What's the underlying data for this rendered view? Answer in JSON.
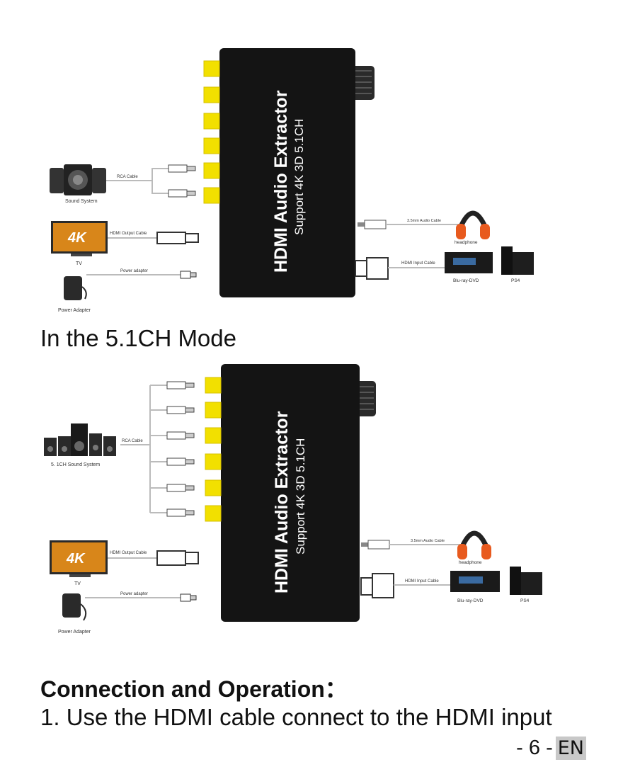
{
  "device": {
    "title": "HDMI Audio Extractor",
    "subtitle": "Support 4K 3D 5.1CH"
  },
  "diagram_1": {
    "rca_cable": "RCA Cable",
    "sound_system": "Sound System",
    "hdmi_output_cable": "HDMI Output Cable",
    "tv": "TV",
    "power_adapter_cable": "Power adapter",
    "power_adapter": "Power Adapter",
    "audio_cable": "3.5mm Audio Cable",
    "headphone": "headphone",
    "hdmi_input_cable": "HDMI Input Cable",
    "bluray": "Blu-ray-DVD",
    "ps4": "PS4",
    "tv_screen_text": "4K"
  },
  "caption": "In the 5.1CH Mode",
  "diagram_2": {
    "rca_cable": "RCA Cable",
    "sound_system": "5. 1CH Sound System",
    "hdmi_output_cable": "HDMI Output Cable",
    "tv": "TV",
    "power_adapter_cable": "Power adapter",
    "power_adapter": "Power Adapter",
    "audio_cable": "3.5mm Audio Cable",
    "headphone": "headphone",
    "hdmi_input_cable": "HDMI Input Cable",
    "bluray": "Blu-ray-DVD",
    "ps4": "PS4",
    "tv_screen_text": "4K"
  },
  "section_heading": "Connection and Operation：",
  "step_1": "1. Use the HDMI cable connect to the HDMI input",
  "page_number": "- 6 -",
  "language": "EN",
  "colors": {
    "rca_jack": "#f2e000",
    "device_body": "#141414",
    "headphone_accent": "#e85a1e"
  }
}
